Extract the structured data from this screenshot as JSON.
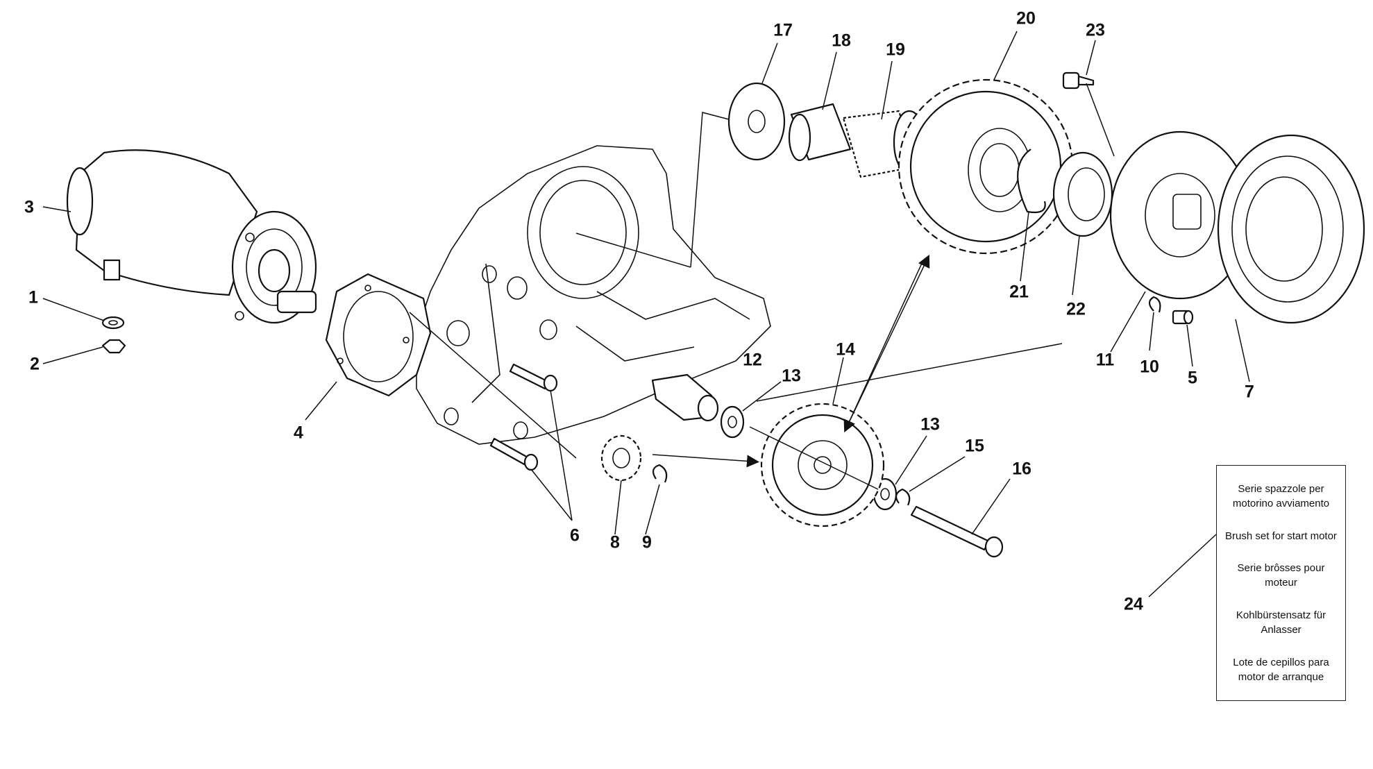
{
  "callouts": [
    "1",
    "2",
    "3",
    "4",
    "5",
    "6",
    "7",
    "8",
    "9",
    "10",
    "11",
    "12",
    "13",
    "13",
    "14",
    "15",
    "16",
    "17",
    "18",
    "19",
    "20",
    "21",
    "22",
    "23",
    "24"
  ],
  "legend": [
    "Serie spazzole per motorino avviamento",
    "Brush set for start motor",
    "Serie brôsses pour moteur",
    "Kohlbürstensatz für Anlasser",
    "Lote de cepillos para motor de arranque"
  ]
}
